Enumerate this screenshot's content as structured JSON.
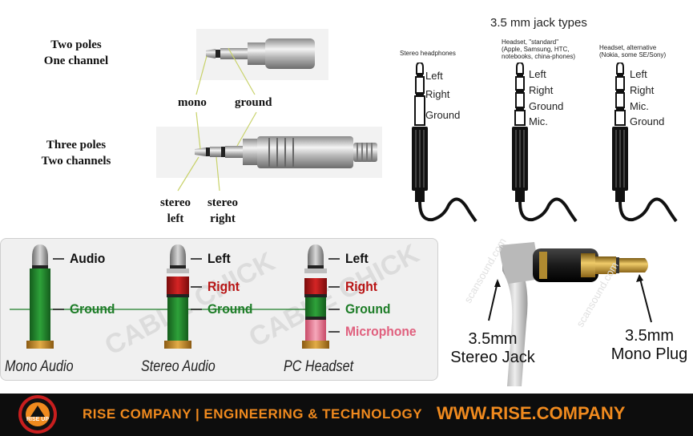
{
  "plug_photos": {
    "two_poles": [
      "Two poles",
      "One channel"
    ],
    "three_poles": [
      "Three poles",
      "Two channels"
    ],
    "labels": {
      "mono": "mono",
      "ground": "ground",
      "stereo_left": [
        "stereo",
        "left"
      ],
      "stereo_right": [
        "stereo",
        "right"
      ]
    }
  },
  "jack_types": {
    "title": "3.5 mm jack types",
    "columns": [
      {
        "header": [
          "Stereo headphones"
        ],
        "labels": [
          "Left",
          "Right",
          "Ground"
        ]
      },
      {
        "header": [
          "Headset, \"standard\"",
          "(Apple, Samsung, HTC,",
          "notebooks, china-phones)"
        ],
        "labels": [
          "Left",
          "Right",
          "Ground",
          "Mic."
        ]
      },
      {
        "header": [
          "Headset, alternative",
          "(Nokia, some SE/Sony)"
        ],
        "labels": [
          "Left",
          "Right",
          "Mic.",
          "Ground"
        ]
      }
    ]
  },
  "cable_chart": {
    "watermark": "CABLE CHICK",
    "types": [
      {
        "name": "Mono Audio",
        "labels": [
          "Audio",
          "Ground"
        ]
      },
      {
        "name": "Stereo Audio",
        "labels": [
          "Left",
          "Right",
          "Ground"
        ]
      },
      {
        "name": "PC Headset",
        "labels": [
          "Left",
          "Right",
          "Ground",
          "Microphone"
        ]
      }
    ],
    "colors": {
      "ground": "#1e7d28",
      "right": "#b81414",
      "microphone": "#e0607e",
      "tip": "#a0a0a0",
      "collar": "#c98a2a"
    }
  },
  "photo": {
    "jack_label": [
      "3.5mm",
      "Stereo Jack"
    ],
    "plug_label": [
      "3.5mm",
      "Mono Plug"
    ],
    "watermark": "scansound.com"
  },
  "footer": {
    "company": "RISE COMPANY | ENGINEERING & TECHNOLOGY",
    "url": "WWW.RISE.COMPANY",
    "logo_text": "RISE UP",
    "accent": "#f08a1e"
  }
}
